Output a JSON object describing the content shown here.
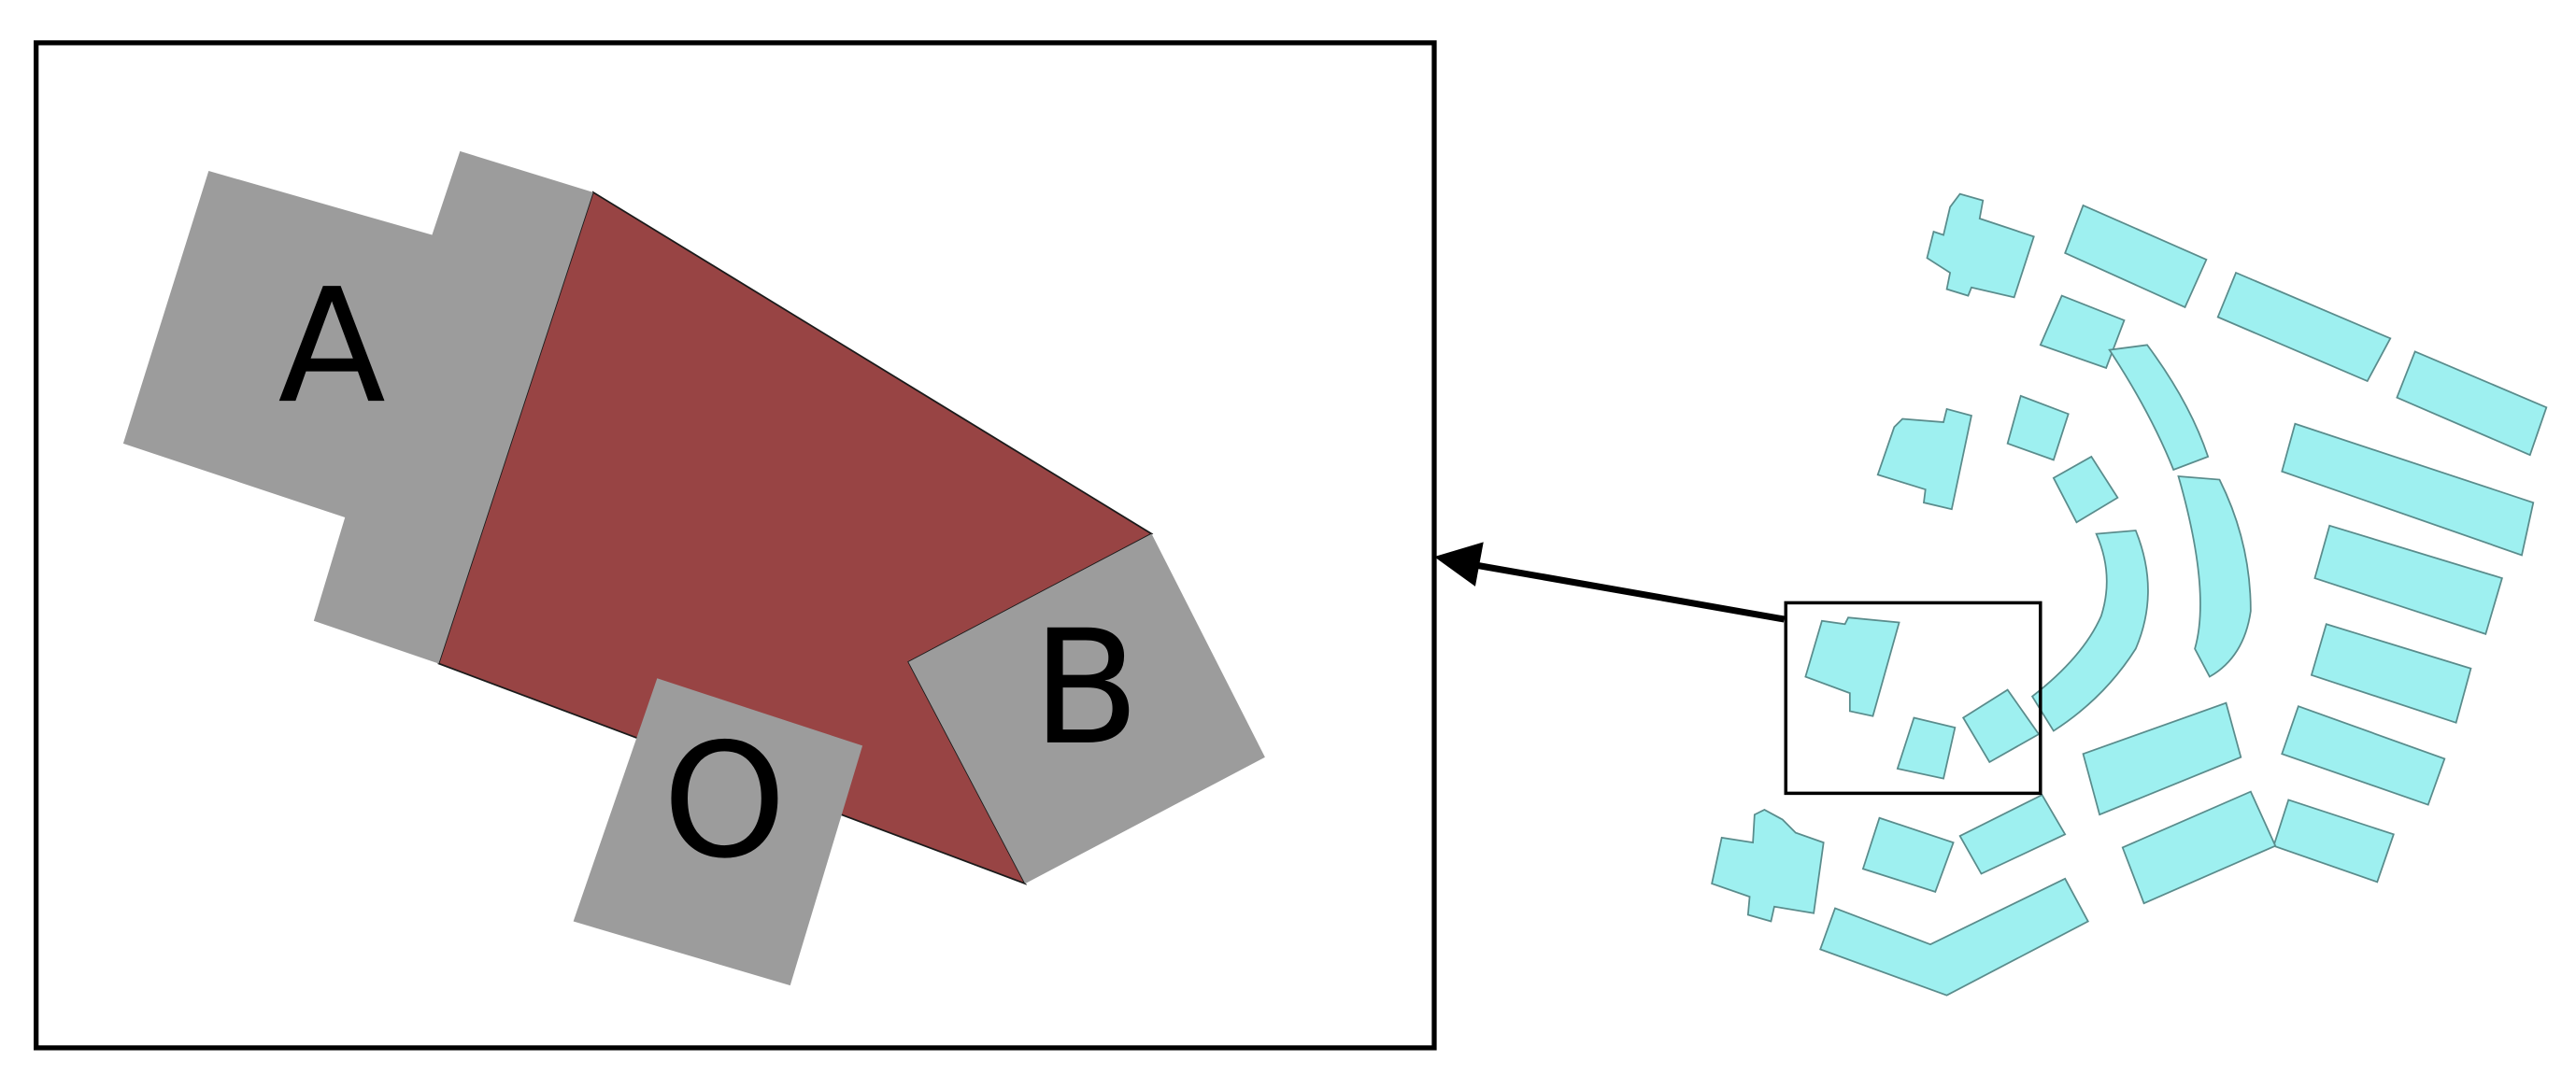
{
  "labels": {
    "a": "A",
    "b": "B",
    "o": "O"
  },
  "colors": {
    "building_gray": "#9c9c9c",
    "highlight_red": "#984444",
    "site_buildings": "#9ef0f0",
    "site_outline": "#5a8c8c",
    "frame": "#000000"
  }
}
